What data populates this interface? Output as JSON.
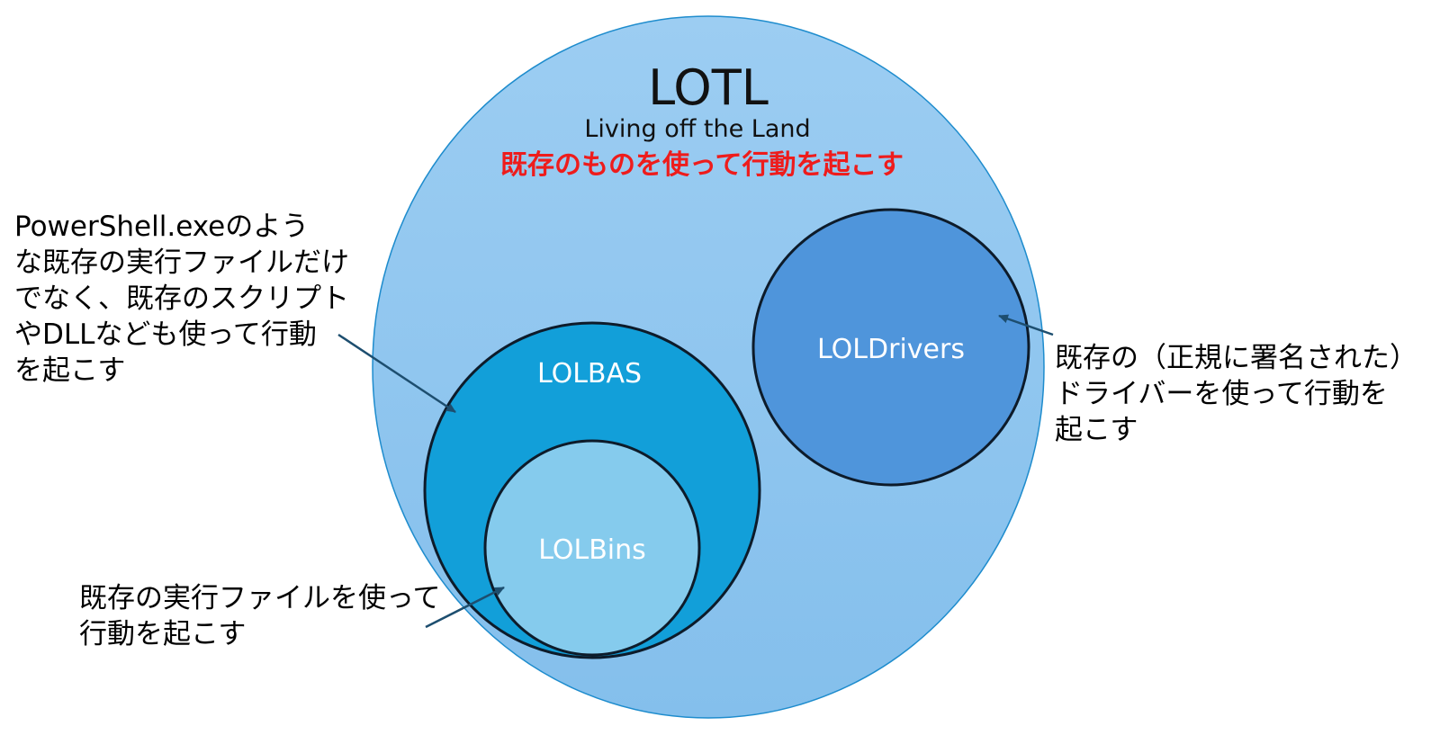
{
  "colors": {
    "lotl_fill": "#9ccdf2",
    "lotl_stroke": "#1e8ccd",
    "lolbas_fill": "#129fd9",
    "lolbins_fill": "#85cbed",
    "loldrivers_fill": "#4f95db",
    "outline": "#0d1b2a",
    "tagline": "#ee1c1c",
    "arrow": "#1d4e6f"
  },
  "lotl": {
    "title": "LOTL",
    "subtitle": "Living off the Land",
    "tagline": "既存のものを使って行動を起こす"
  },
  "lolbas": {
    "label": "LOLBAS"
  },
  "lolbins": {
    "label": "LOLBins"
  },
  "loldrivers": {
    "label": "LOLDrivers"
  },
  "notes": {
    "lolbas_lines": [
      "PowerShell.exeのよう",
      "な既存の実行ファイルだけ",
      "でなく、既存のスクリプト",
      "やDLLなども使って行動",
      "を起こす"
    ],
    "lolbins_lines": [
      "既存の実行ファイルを使って",
      "行動を起こす"
    ],
    "loldrivers_lines": [
      "既存の（正規に署名された）",
      "ドライバーを使って行動を",
      "起こす"
    ]
  }
}
